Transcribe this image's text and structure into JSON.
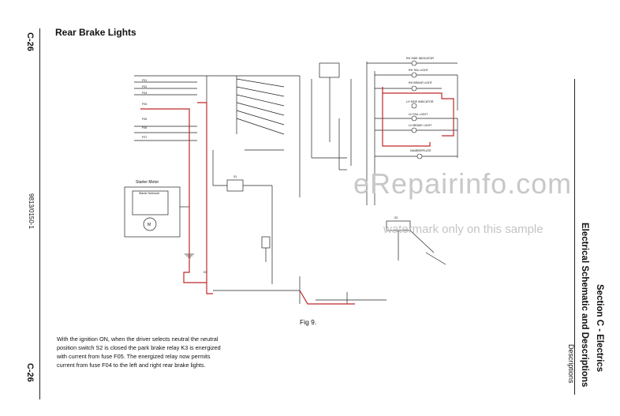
{
  "page": {
    "page_number": "C-26",
    "doc_code": "9813/0150-1",
    "title": "Rear Brake Lights",
    "section_title": "Section C - Electrics",
    "section_subtitle": "Electrical Schematic and Descriptions",
    "section_desc": "Descriptions",
    "fig_label": "Fig 9.",
    "description": "With the ignition ON, when the driver selects neutral the neutral position switch S2 is closed the park brake relay K3 is energized with current from fuse F05. The energized relay now permits current from fuse F04 to the left and right rear brake lights."
  },
  "watermark": {
    "main": "eRepairinfo.com",
    "sub": "watermark only on this sample"
  },
  "schematic": {
    "starter_motor_label": "Starter Motor",
    "starter_solenoid_label": "Starter Solenoid",
    "motor_symbol": "M",
    "fuse_labels": [
      "F01",
      "F02",
      "F03",
      "F04",
      "F05",
      "F06",
      "F07"
    ],
    "lamp_labels": [
      "RH SIDE INDICATOR",
      "RH TAIL LIGHT",
      "RH BRAKE LIGHT",
      "LH SIDE INDICATOR",
      "LH TAIL LIGHT",
      "LH BRAKE LIGHT",
      "NUMBERPLATE"
    ],
    "relay_labels": [
      "K3",
      "S2",
      "S1",
      "F05"
    ],
    "colors": {
      "wire": "#222222",
      "highlight": "#c0282a"
    }
  }
}
